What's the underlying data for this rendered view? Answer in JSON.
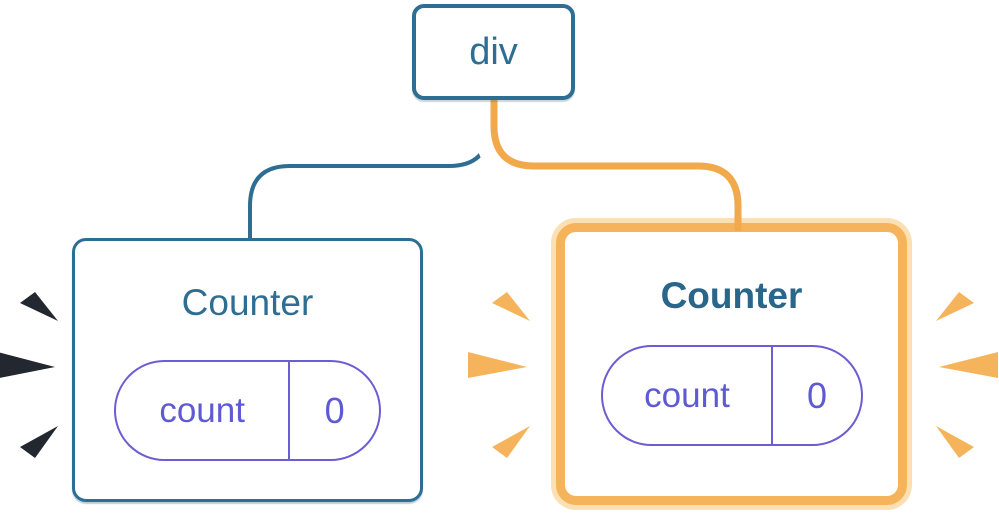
{
  "diagram": {
    "root_node": {
      "label": "div"
    },
    "left_card": {
      "title": "Counter",
      "state": {
        "key": "count",
        "value": "0"
      },
      "highlighted": false
    },
    "right_card": {
      "title": "Counter",
      "state": {
        "key": "count",
        "value": "0"
      },
      "highlighted": true
    }
  },
  "colors": {
    "tree_blue": "#2E6E93",
    "title_blue_bold": "#2A6689",
    "pill_indigo": "#6A5ED2",
    "pill_text_indigo": "#5F5AD4",
    "highlight_orange": "#F5B45C",
    "highlight_orange_pale": "#FAE0B2",
    "connector_orange": "#F2A94C",
    "connector_casing": "#FFFFFF",
    "spark_dark": "#23272F",
    "spark_orange": "#F5B45C",
    "background": "#FFFFFF"
  },
  "icons": {
    "left_bursts": "burst-marks (3 dark wedges, left of left card)",
    "middle_bursts": "burst-marks (3 orange wedges, left of right card)",
    "right_bursts": "burst-marks (3 orange wedges, right of right card)"
  }
}
